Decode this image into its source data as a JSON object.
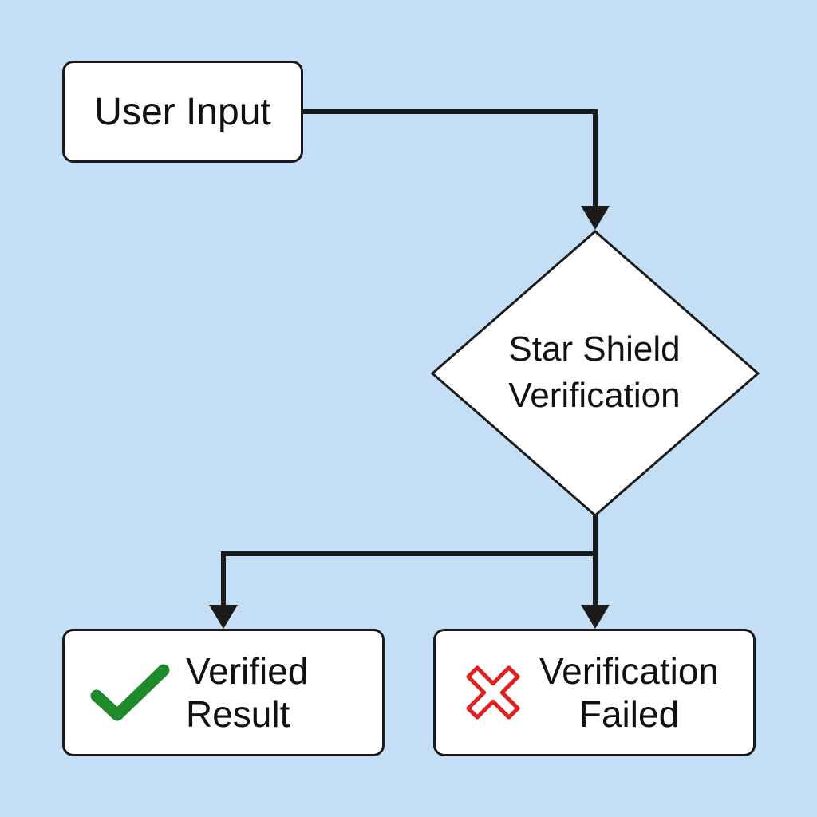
{
  "diagram": {
    "nodes": {
      "input": {
        "label": "User Input"
      },
      "decision": {
        "line1": "Star Shield",
        "line2": "Verification"
      },
      "success": {
        "line1": "Verified",
        "line2": "Result",
        "icon": "check-icon",
        "icon_color": "#1f8a2a"
      },
      "failure": {
        "line1": "Verification",
        "line2": "Failed",
        "icon": "cross-icon",
        "icon_color": "#e02020"
      }
    },
    "edges": [
      {
        "from": "input",
        "to": "decision"
      },
      {
        "from": "decision",
        "to": "success"
      },
      {
        "from": "decision",
        "to": "failure"
      }
    ],
    "colors": {
      "background": "#c4dff5",
      "node_fill": "#ffffff",
      "stroke": "#1a1a1a"
    }
  }
}
